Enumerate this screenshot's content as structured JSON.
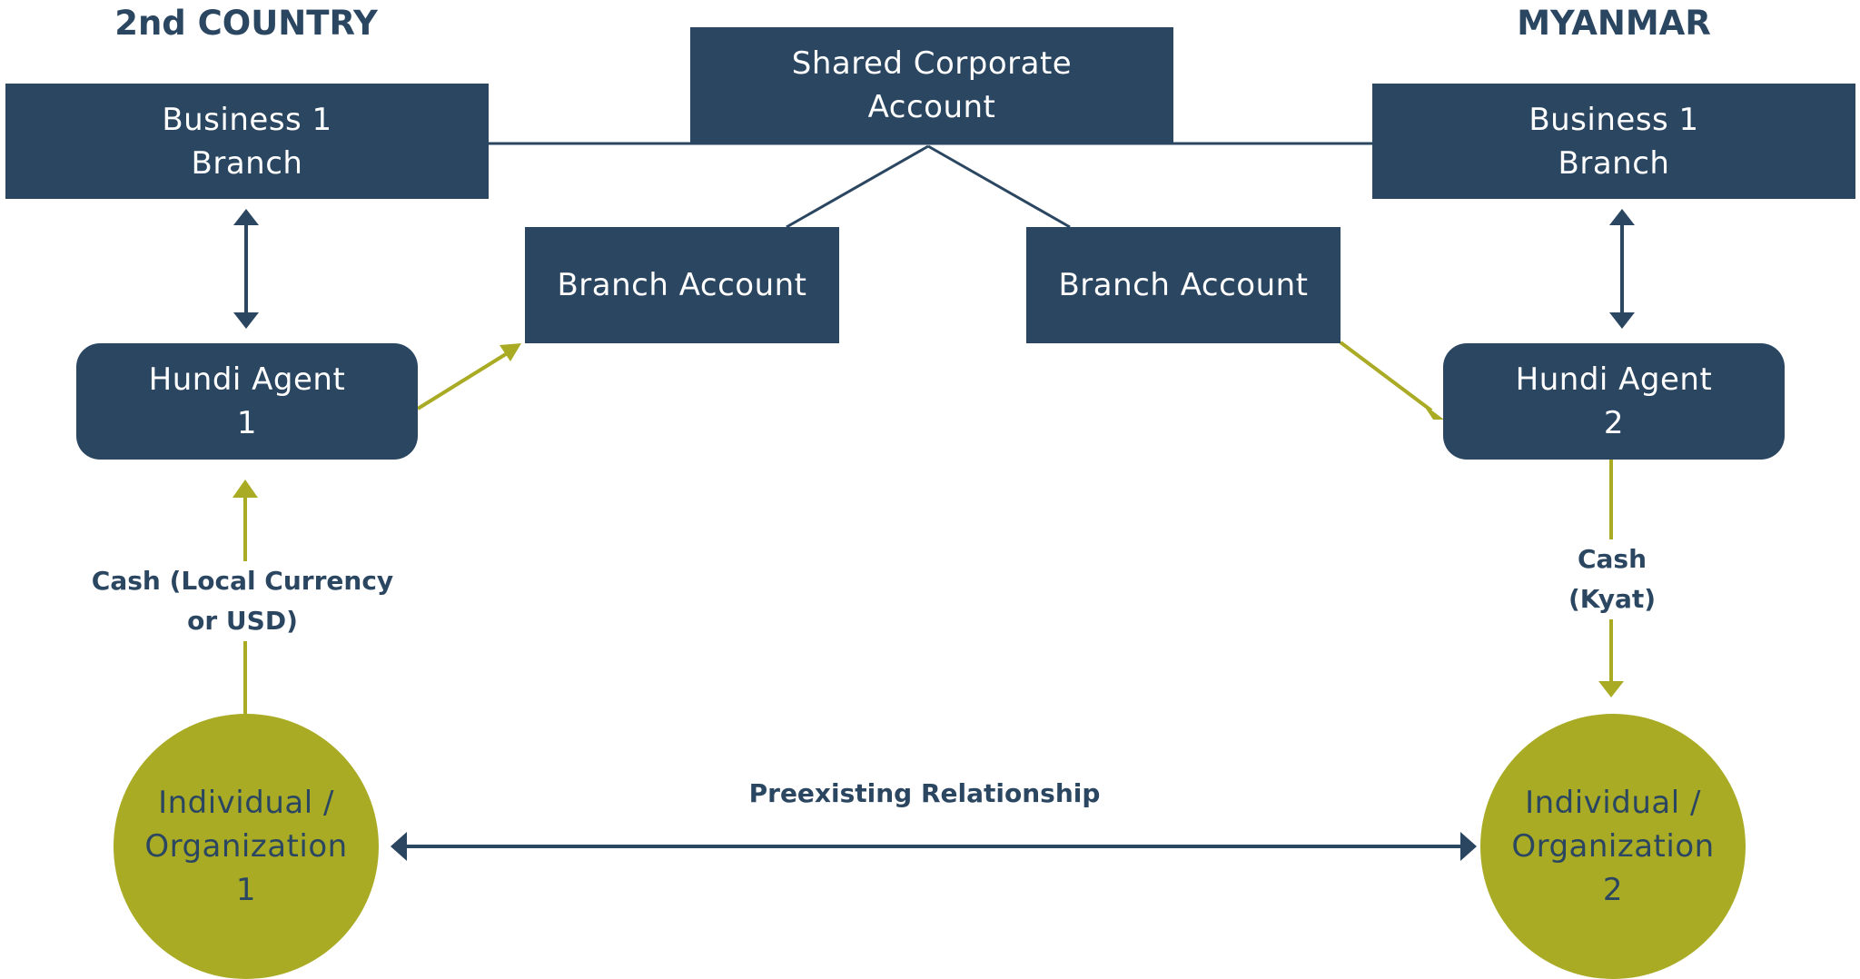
{
  "headings": {
    "left": "2nd COUNTRY",
    "right": "MYANMAR"
  },
  "nodes": {
    "shared_account": [
      "Shared Corporate",
      "Account"
    ],
    "business_left": [
      "Business 1",
      "Branch"
    ],
    "business_right": [
      "Business 1",
      "Branch"
    ],
    "branch_account_left": [
      "Branch Account"
    ],
    "branch_account_right": [
      "Branch Account"
    ],
    "hundi_agent_1": [
      "Hundi Agent",
      "1"
    ],
    "hundi_agent_2": [
      "Hundi Agent",
      "2"
    ],
    "individual_1": [
      "Individual /",
      "Organization",
      "1"
    ],
    "individual_2": [
      "Individual /",
      "Organization",
      "2"
    ]
  },
  "labels": {
    "cash_left": [
      "Cash",
      "(Local Currency or USD)"
    ],
    "cash_right": [
      "Cash",
      "(Kyat)"
    ],
    "relationship": "Preexisting Relationship"
  },
  "colors": {
    "navy": "#2b4661",
    "olive": "#aaab25",
    "background": "#ffffff"
  }
}
